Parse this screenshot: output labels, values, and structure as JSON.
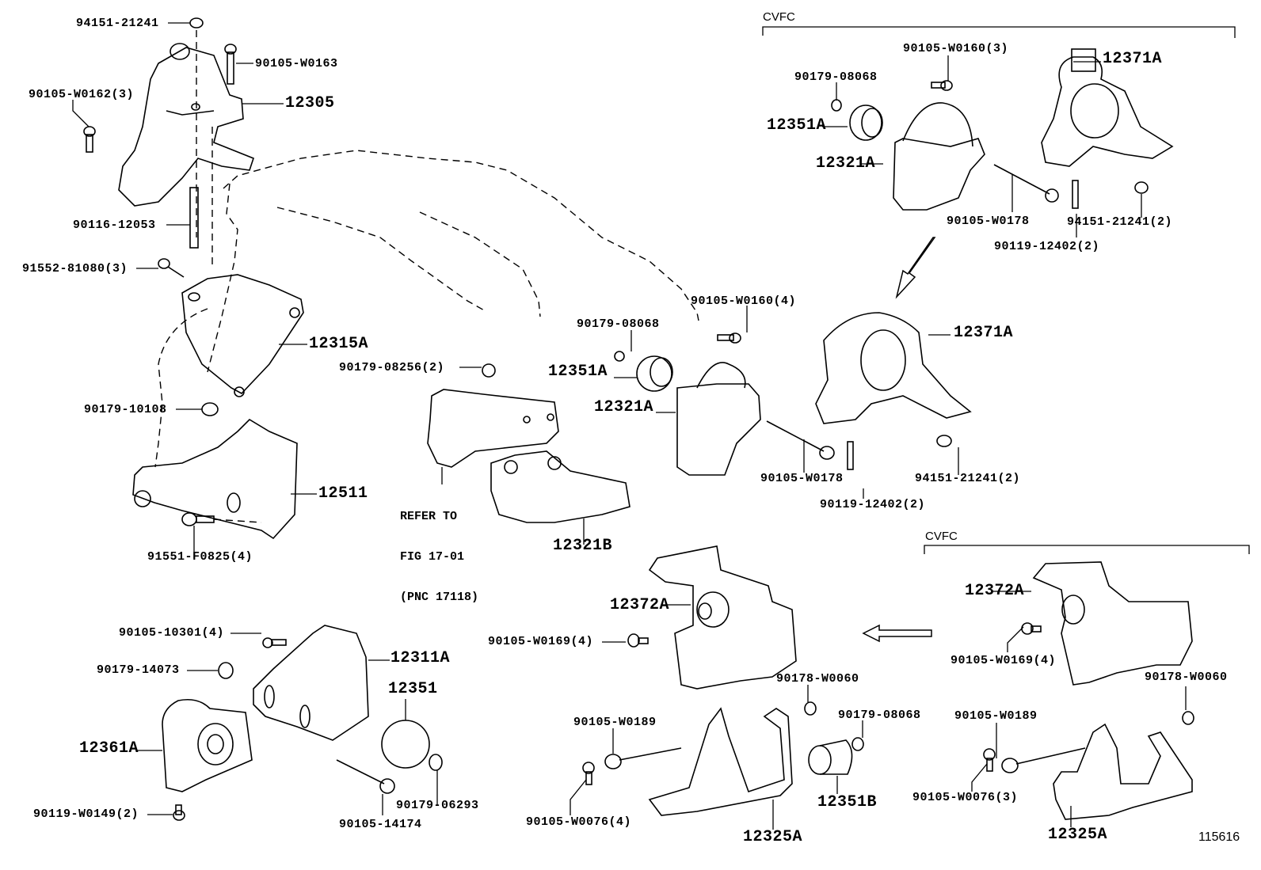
{
  "diagram": {
    "title": "Engine Mounting Parts Diagram",
    "figure_number": "115616",
    "brackets": [
      {
        "id": "cvfc-top",
        "label": "CVFC"
      },
      {
        "id": "cvfc-bottom",
        "label": "CVFC"
      }
    ],
    "note": {
      "line1": "REFER TO",
      "line2": "FIG 17-01",
      "line3": "(PNC 17118)"
    },
    "labels": {
      "p94151_21241_top": "94151-21241",
      "p90105_W0163": "90105-W0163",
      "p90105_W0162": "90105-W0162(3)",
      "p12305": "12305",
      "p90116_12053": "90116-12053",
      "p91552_81080": "91552-81080(3)",
      "p12315A": "12315A",
      "p90179_10108": "90179-10108",
      "p12511": "12511",
      "p91551_F0825": "91551-F0825(4)",
      "p90179_08256": "90179-08256(2)",
      "p12321B": "12321B",
      "p90179_08068_mid": "90179-08068",
      "p12351A_mid": "12351A",
      "p12321A_mid": "12321A",
      "p90105_W0160_4": "90105-W0160(4)",
      "p12371A_mid": "12371A",
      "p90105_W0178_mid": "90105-W0178",
      "p90119_12402_mid": "90119-12402(2)",
      "p94151_21241_mid": "94151-21241(2)",
      "p90105_W0160_3": "90105-W0160(3)",
      "p90179_08068_top": "90179-08068",
      "p12351A_top": "12351A",
      "p12321A_top": "12321A",
      "p12371A_top": "12371A",
      "p90105_W0178_top": "90105-W0178",
      "p90119_12402_top": "90119-12402(2)",
      "p94151_21241_top2": "94151-21241(2)",
      "p90105_10301": "90105-10301(4)",
      "p90179_14073": "90179-14073",
      "p12311A": "12311A",
      "p12351": "12351",
      "p12361A": "12361A",
      "p90119_W0149": "90119-W0149(2)",
      "p90105_14174": "90105-14174",
      "p90179_06293": "90179-06293",
      "p12372A_mid": "12372A",
      "p90105_W0169_mid": "90105-W0169(4)",
      "p90178_W0060_mid": "90178-W0060",
      "p90105_W0189_mid": "90105-W0189",
      "p90179_08068_bot": "90179-08068",
      "p90105_W0076_4": "90105-W0076(4)",
      "p12351B": "12351B",
      "p12325A_mid": "12325A",
      "p12372A_right": "12372A",
      "p90105_W0169_right": "90105-W0169(4)",
      "p90178_W0060_right": "90178-W0060",
      "p90105_W0189_right": "90105-W0189",
      "p90105_W0076_3": "90105-W0076(3)",
      "p12325A_right": "12325A"
    }
  }
}
